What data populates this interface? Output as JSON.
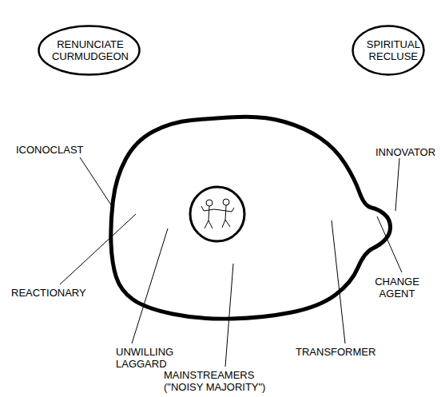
{
  "diagram": {
    "nodes": [
      {
        "text": [
          "RENUNCIATE CURMUDGEON"
        ]
      },
      {
        "text": [
          "SPIRITUAL RECLUSE"
        ]
      }
    ],
    "labels": [
      "ICONOCLAST",
      "INNOVATOR",
      "REACTIONARY",
      "CHANGE AGENT",
      "UNWILLING LAGGARD",
      "TRANSFORMER",
      "MAINSTREAMERS (\"NOISY MAJORITY\")"
    ]
  }
}
